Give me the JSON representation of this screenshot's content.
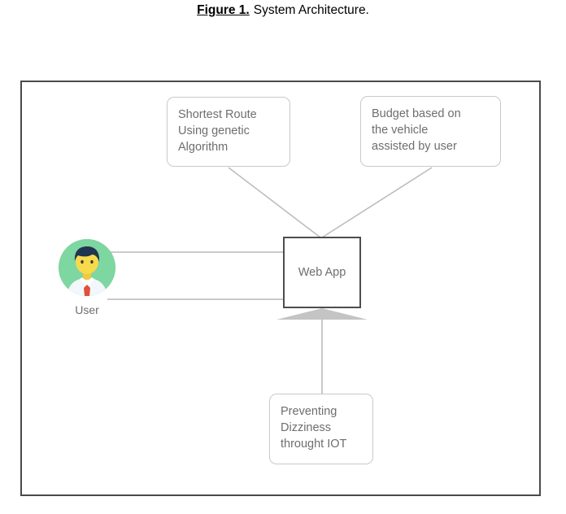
{
  "caption": {
    "figure_label": "Figure 1.",
    "title": "System Architecture."
  },
  "diagram": {
    "central_node": {
      "label": "Web App",
      "border_color": "#4d4d4d"
    },
    "actor": {
      "name": "User",
      "icon": "user-avatar-icon",
      "avatar_colors": {
        "circle": "#7ed6a0",
        "hair": "#1f3550",
        "face": "#f7d94c",
        "shirt": "#ffffff",
        "tie": "#e0503c"
      }
    },
    "notes": [
      {
        "id": "shortest-route",
        "text": "Shortest Route\nUsing genetic\nAlgorithm"
      },
      {
        "id": "budget",
        "text": "Budget based on\nthe vehicle\nassisted by user"
      },
      {
        "id": "dizziness",
        "text": "Preventing\nDizziness\nthrought IOT"
      }
    ],
    "connector_color": "#bdbdbd",
    "arrow_color": "#c4c4c4",
    "frame_color": "#4a4a4a"
  }
}
